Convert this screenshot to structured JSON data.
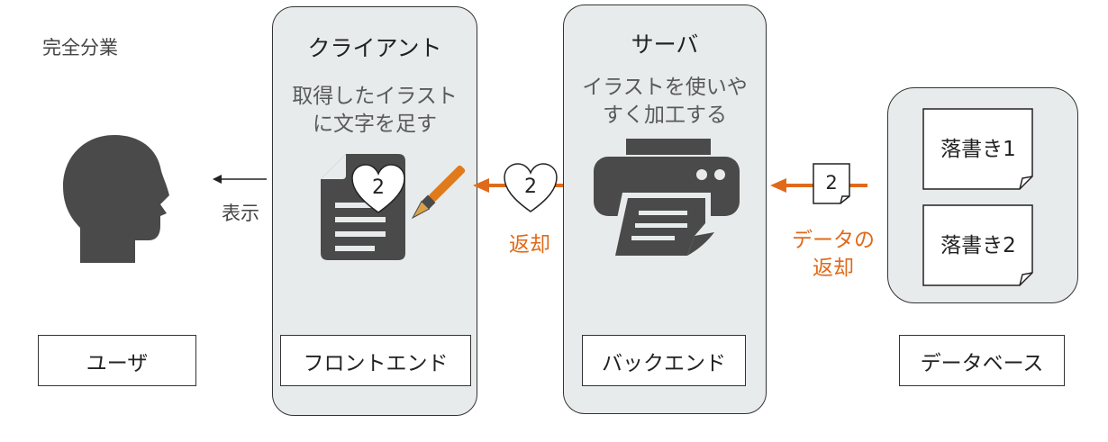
{
  "title": "完全分業",
  "user": {
    "label": "ユーザ",
    "display_text": "表示"
  },
  "client": {
    "title": "クライアント",
    "description": "取得したイラスト\nに文字を足す",
    "label": "フロントエンド",
    "heart_number": "2"
  },
  "server": {
    "title": "サーバ",
    "description": "イラストを使いや\nすく加工する",
    "label": "バックエンド"
  },
  "return_arrow": {
    "label": "返却",
    "heart_number": "2"
  },
  "data_return": {
    "label": "データの\n返却",
    "doc_number": "2"
  },
  "database": {
    "label": "データベース",
    "docs": [
      "落書き1",
      "落書き2"
    ]
  },
  "colors": {
    "accent": "#e06a1a",
    "panel": "#e8ebec",
    "icon": "#4a4a4a"
  },
  "icons": [
    "head-silhouette-icon",
    "document-pen-icon",
    "printer-icon",
    "heart-icon"
  ]
}
